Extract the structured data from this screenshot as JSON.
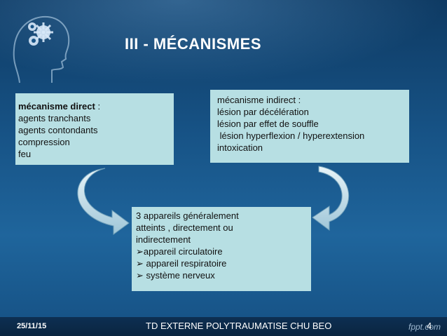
{
  "slide": {
    "title": "III - MÉCANISMES",
    "left_box": {
      "heading": "mécanisme direct",
      "heading_suffix": " :",
      "lines": [
        "agents tranchants",
        "agents contondants",
        "compression",
        "feu"
      ]
    },
    "right_box": {
      "lines": [
        "mécanisme indirect :",
        "lésion par décélération",
        "lésion par effet de souffle",
        " lésion hyperflexion / hyperextension",
        "intoxication"
      ]
    },
    "bottom_box": {
      "lines": [
        "3 appareils généralement",
        "atteints , directement ou",
        "indirectement",
        "➢appareil circulatoire",
        "➢ appareil respiratoire",
        "➢ système nerveux"
      ]
    }
  },
  "footer": {
    "date": "25/11/15",
    "center_text": "TD EXTERNE POLYTRAUMATISE CHU BEO",
    "logo_text": "fppt.com",
    "page_number": "4"
  },
  "colors": {
    "box_fill": "#b7dfe3",
    "background": "#175386",
    "arrow": "#cfe6ee"
  }
}
